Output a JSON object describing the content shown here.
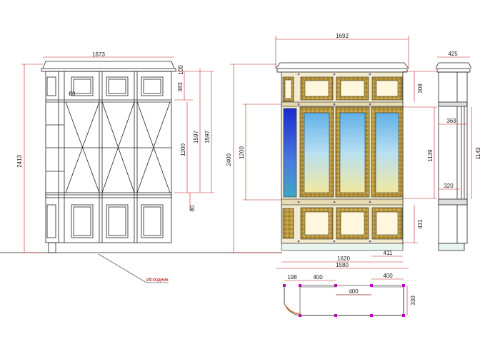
{
  "drawing": {
    "left_elevation": {
      "width": "1673",
      "height_total": "2413",
      "top_cornice": "100",
      "upper_panel": "383",
      "middle_section": "1200",
      "middle_full": "1597",
      "lower_gap": "80",
      "inner_small": "80"
    },
    "center_elevation": {
      "width": "1692",
      "height_total": "2400",
      "middle_section": "1200",
      "upper_panel": "308",
      "glass_height": "1139",
      "lower_panel": "431",
      "base_width": "1620",
      "base_offset": "411"
    },
    "side_view": {
      "depth_top": "425",
      "inner_depth": "369",
      "middle_height": "1143",
      "lower_depth": "320"
    },
    "plan_view": {
      "overall": "1580",
      "left_end": "198",
      "segment_a": "400",
      "segment_b": "400",
      "segment_c": "400",
      "depth": "330"
    },
    "note": "Исходник"
  }
}
